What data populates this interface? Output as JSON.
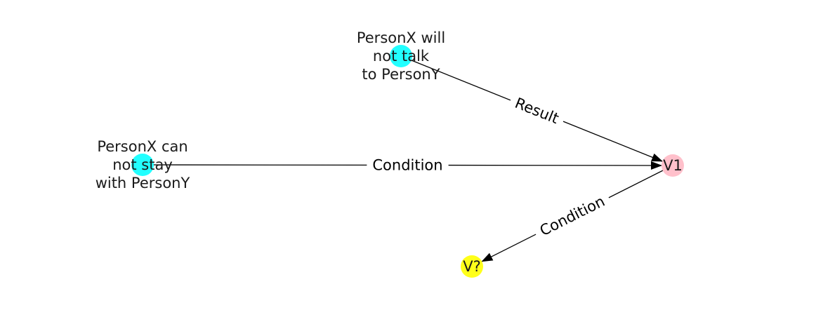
{
  "diagram": {
    "nodes": [
      {
        "id": "n_x_will",
        "label_lines": [
          "PersonX will",
          "not talk",
          "to PersonY"
        ],
        "color": "#22ffff"
      },
      {
        "id": "n_x_can",
        "label_lines": [
          "PersonX can",
          "not stay",
          "with PersonY"
        ],
        "color": "#22ffff"
      },
      {
        "id": "n_v1",
        "label_lines": [
          "V1"
        ],
        "color": "#ffc0cb"
      },
      {
        "id": "n_vq",
        "label_lines": [
          "V?"
        ],
        "color": "#ffff1a"
      }
    ],
    "edges": [
      {
        "id": "e_result",
        "from": "n_x_will",
        "to": "n_v1",
        "label": "Result"
      },
      {
        "id": "e_condition_1",
        "from": "n_x_can",
        "to": "n_v1",
        "label": "Condition"
      },
      {
        "id": "e_condition_2",
        "from": "n_v1",
        "to": "n_vq",
        "label": "Condition"
      }
    ],
    "edge_color": "#000000"
  }
}
